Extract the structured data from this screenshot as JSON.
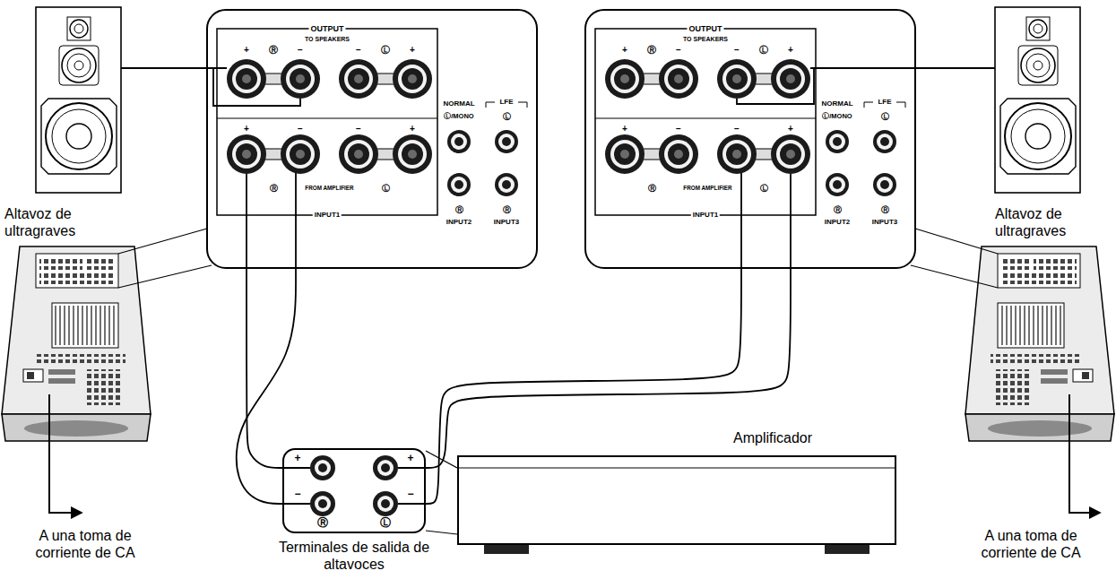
{
  "diagram": {
    "nodes": [
      {
        "text": [
          "OUTPUT",
          "TO SPEAKERS",
          "+",
          "Ⓡ",
          "−",
          "−",
          "Ⓛ",
          "+",
          "NORMAL",
          "LFE",
          "Ⓛ/MONO",
          "Ⓛ",
          "+",
          "−",
          "−",
          "+",
          "Ⓡ",
          "FROM AMPLIFIER",
          "Ⓛ",
          "Ⓡ",
          "Ⓡ",
          "INPUT1",
          "INPUT2",
          "INPUT3"
        ]
      },
      {
        "text": [
          "OUTPUT",
          "TO SPEAKERS",
          "+",
          "Ⓡ",
          "−",
          "−",
          "Ⓛ",
          "+",
          "NORMAL",
          "LFE",
          "Ⓛ/MONO",
          "Ⓛ",
          "+",
          "−",
          "−",
          "+",
          "Ⓡ",
          "FROM AMPLIFIER",
          "Ⓛ",
          "Ⓡ",
          "Ⓡ",
          "INPUT1",
          "INPUT2",
          "INPUT3"
        ]
      },
      {
        "text": [
          "Altavoz de ultragraves"
        ]
      },
      {
        "text": [
          "Altavoz de ultragraves"
        ]
      },
      {
        "text": [
          "Amplificador"
        ]
      },
      {
        "text": [
          "+",
          "+",
          "−",
          "−",
          "Ⓡ",
          "Ⓛ",
          "Terminales de salida de altavoces"
        ]
      }
    ],
    "edges": [
      {
        "from": 5,
        "to": 0,
        "arrow": "none"
      },
      {
        "from": 5,
        "to": 1,
        "arrow": "none"
      }
    ],
    "labels": [
      "A una toma de corriente de CA",
      "A una toma de corriente de CA"
    ]
  }
}
